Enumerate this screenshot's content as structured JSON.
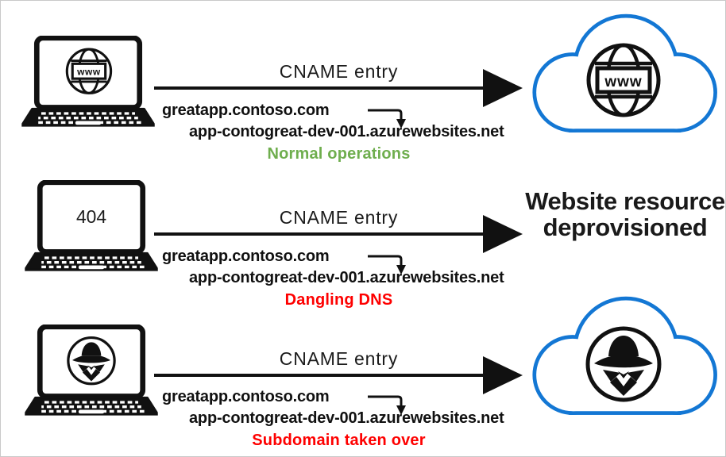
{
  "colors": {
    "ink": "#111111",
    "cloud_stroke": "#1377d4",
    "green": "#6fae4e",
    "red": "#fe0000"
  },
  "icons": {
    "globe_label": "www"
  },
  "rows": [
    {
      "name": "normal-operations",
      "client_screen_icon": "globe-www-icon",
      "cname_label": "CNAME entry",
      "domain": "greatapp.contoso.com",
      "cname_target": "app-contogreat-dev-001.azurewebsites.net",
      "status": "Normal operations",
      "destination_icon": "cloud-globe-www-icon"
    },
    {
      "name": "dangling-dns",
      "client_screen_text": "404",
      "cname_label": "CNAME entry",
      "domain": "greatapp.contoso.com",
      "cname_target": "app-contogreat-dev-001.azurewebsites.net",
      "status": "Dangling DNS",
      "destination_text": "Website resource deprovisioned"
    },
    {
      "name": "subdomain-taken-over",
      "client_screen_icon": "spy-icon",
      "cname_label": "CNAME entry",
      "domain": "greatapp.contoso.com",
      "cname_target": "app-contogreat-dev-001.azurewebsites.net",
      "status": "Subdomain taken over",
      "destination_icon": "cloud-spy-icon"
    }
  ]
}
